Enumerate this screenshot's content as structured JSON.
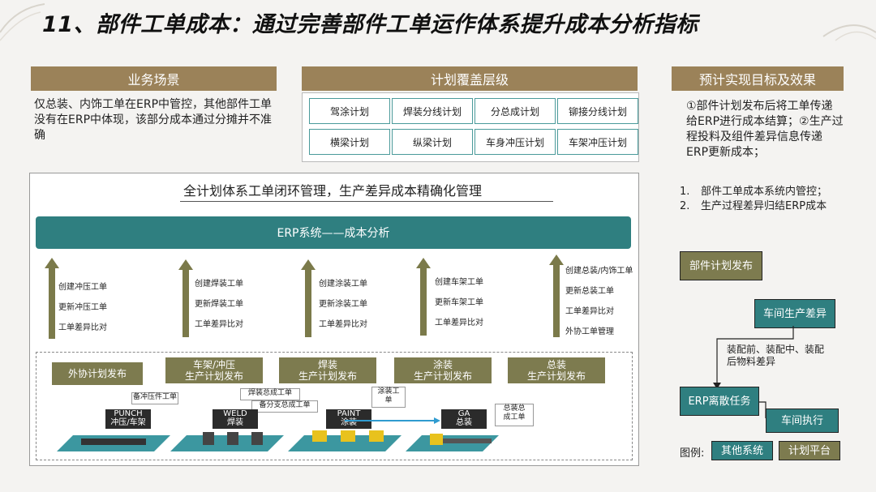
{
  "title": "11、部件工单成本：通过完善部件工单运作体系提升成本分析指标",
  "scenario": {
    "header": "业务场景",
    "text": "仅总装、内饰工单在ERP中管控，其他部件工单没有在ERP中体现，该部分成本通过分摊并不准确"
  },
  "plan_levels": {
    "header": "计划覆盖层级",
    "items": [
      "驾涂计划",
      "焊装分线计划",
      "分总成计划",
      "铆接分线计划",
      "横梁计划",
      "纵梁计划",
      "车身冲压计划",
      "车架冲压计划"
    ]
  },
  "goals": {
    "header": "预计实现目标及效果",
    "text1": "①部件计划发布后将工单传递给ERP进行成本结算；②生产过程投料及组件差异信息传递ERP更新成本；",
    "list": [
      "部件工单成本系统内管控；",
      "生产过程差异归结ERP成本"
    ]
  },
  "main": {
    "subtitle": "全计划体系工单闭环管理，生产差异成本精确化管理",
    "erp_bar": "ERP系统——成本分析",
    "columns": [
      {
        "items": [
          "创建冲压工单",
          "更新冲压工单",
          "工单差异比对"
        ]
      },
      {
        "items": [
          "创建焊装工单",
          "更新焊装工单",
          "工单差异比对"
        ]
      },
      {
        "items": [
          "创建涂装工单",
          "更新涂装工单",
          "工单差异比对"
        ]
      },
      {
        "items": [
          "创建车架工单",
          "更新车架工单",
          "工单差异比对"
        ]
      },
      {
        "items": [
          "创建总装/内饰工单",
          "更新总装工单",
          "工单差异比对",
          "外协工单管理"
        ]
      }
    ],
    "releases": [
      "外协计划发布",
      "车架/冲压\n生产计划发布",
      "焊装\n生产计划发布",
      "涂装\n生产计划发布",
      "总装\n生产计划发布"
    ],
    "small_labels": [
      "备冲压件工单",
      "焊装总成工单",
      "备分支总成工单",
      "涂装工\n单",
      "总装总\n成工单"
    ],
    "stages": [
      {
        "en": "PUNCH",
        "cn": "冲压/车架"
      },
      {
        "en": "WELD",
        "cn": "焊装"
      },
      {
        "en": "PAINT",
        "cn": "涂装"
      },
      {
        "en": "GA",
        "cn": "总装"
      }
    ]
  },
  "flow": {
    "part_plan": "部件计划发布",
    "workshop": "车间生产差异",
    "note": "装配前、装配中、装配后物料差异",
    "erp_task": "ERP离散任务",
    "execute": "车间执行"
  },
  "legend": {
    "label": "图例:",
    "other": "其他系统",
    "plan": "计划平台"
  },
  "colors": {
    "brown": "#9b8259",
    "teal": "#2f7f80",
    "olive": "#7d7b4f"
  }
}
